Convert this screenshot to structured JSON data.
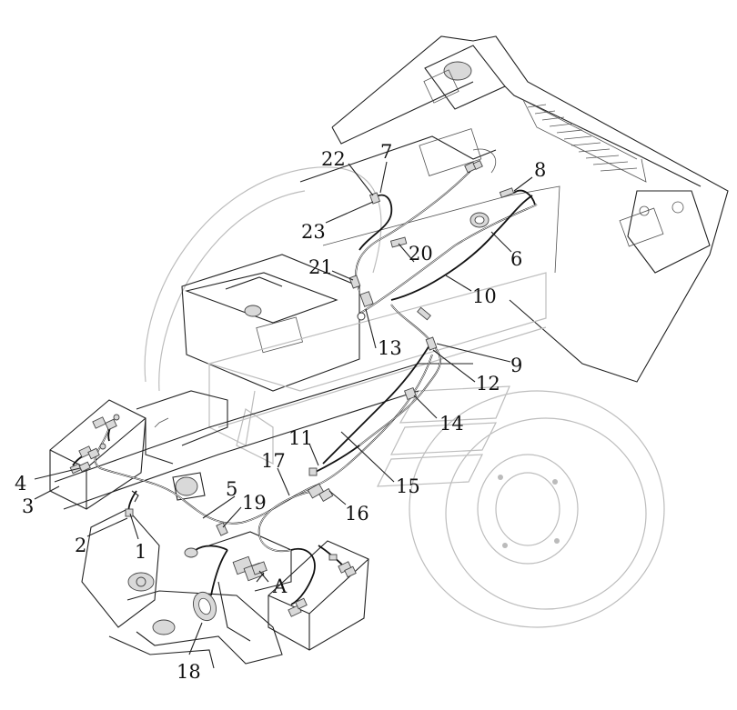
{
  "diagram": {
    "callouts": [
      {
        "id": "1",
        "text": "1"
      },
      {
        "id": "2",
        "text": "2"
      },
      {
        "id": "3",
        "text": "3"
      },
      {
        "id": "4",
        "text": "4"
      },
      {
        "id": "5",
        "text": "5"
      },
      {
        "id": "6",
        "text": "6"
      },
      {
        "id": "7",
        "text": "7"
      },
      {
        "id": "8",
        "text": "8"
      },
      {
        "id": "9",
        "text": "9"
      },
      {
        "id": "10",
        "text": "10"
      },
      {
        "id": "11",
        "text": "11"
      },
      {
        "id": "12",
        "text": "12"
      },
      {
        "id": "13",
        "text": "13"
      },
      {
        "id": "14",
        "text": "14"
      },
      {
        "id": "15",
        "text": "15"
      },
      {
        "id": "16",
        "text": "16"
      },
      {
        "id": "17",
        "text": "17"
      },
      {
        "id": "18",
        "text": "18"
      },
      {
        "id": "19",
        "text": "19"
      },
      {
        "id": "20",
        "text": "20"
      },
      {
        "id": "21",
        "text": "21"
      },
      {
        "id": "22",
        "text": "22"
      },
      {
        "id": "23",
        "text": "23"
      },
      {
        "id": "A",
        "text": "A"
      }
    ]
  }
}
